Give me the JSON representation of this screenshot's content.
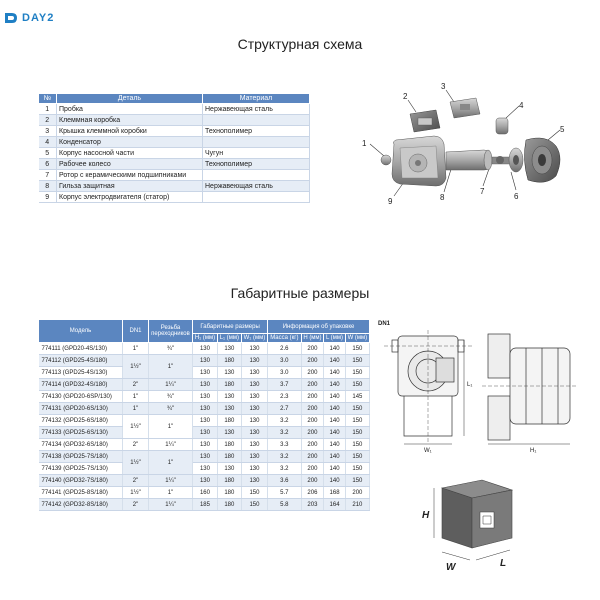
{
  "brand": {
    "name": "DAY2"
  },
  "sections": {
    "structure_title": "Структурная схема",
    "dimensions_title": "Габаритные размеры"
  },
  "parts_table": {
    "headers": [
      "№",
      "Деталь",
      "Материал"
    ],
    "rows": [
      [
        "1",
        "Пробка",
        "Нержавеющая сталь"
      ],
      [
        "2",
        "Клеммная коробка",
        ""
      ],
      [
        "3",
        "Крышка клеммной коробки",
        "Технополимер"
      ],
      [
        "4",
        "Конденсатор",
        ""
      ],
      [
        "5",
        "Корпус насосной части",
        "Чугун"
      ],
      [
        "6",
        "Рабочее колесо",
        "Технополимер"
      ],
      [
        "7",
        "Ротор с керамическими подшипниками",
        ""
      ],
      [
        "8",
        "Гильза защитная",
        "Нержавеющая сталь"
      ],
      [
        "9",
        "Корпус электродвигателя (статор)",
        ""
      ]
    ]
  },
  "exploded_labels": [
    "1",
    "2",
    "3",
    "4",
    "5",
    "6",
    "7",
    "8",
    "9"
  ],
  "dims_table": {
    "headers": {
      "model": "Модель",
      "dn1": "DN1",
      "thread": "Резьба переходников",
      "overall": "Габаритные размеры",
      "package": "Информация об упаковке",
      "sub": [
        "H₁ (мм)",
        "L₁ (мм)",
        "W₁ (мм)",
        "Масса (кг)",
        "H (мм)",
        "L (мм)",
        "W (мм)"
      ]
    },
    "rows": [
      {
        "model": "774111 (GPD20-4S/130)",
        "dn1": "1\"",
        "thread": "¾\"",
        "v": [
          "130",
          "130",
          "130",
          "2.6",
          "200",
          "140",
          "150"
        ]
      },
      {
        "model": "774112 (GPD25-4S/180)",
        "dn1": "1½\"",
        "thread": "1\"",
        "v": [
          "130",
          "180",
          "130",
          "3.0",
          "200",
          "140",
          "150"
        ]
      },
      {
        "model": "774113 (GPD25-4S/130)",
        "dn1": "",
        "thread": "",
        "v": [
          "130",
          "130",
          "130",
          "3.0",
          "200",
          "140",
          "150"
        ]
      },
      {
        "model": "774114 (GPD32-4S/180)",
        "dn1": "2\"",
        "thread": "1¼\"",
        "v": [
          "130",
          "180",
          "130",
          "3.7",
          "200",
          "140",
          "150"
        ]
      },
      {
        "model": "774130 (GPD20-6SP/130)",
        "dn1": "1\"",
        "thread": "¾\"",
        "v": [
          "130",
          "130",
          "130",
          "2.3",
          "200",
          "140",
          "145"
        ]
      },
      {
        "model": "774131 (GPD20-6S/130)",
        "dn1": "1\"",
        "thread": "¾\"",
        "v": [
          "130",
          "130",
          "130",
          "2.7",
          "200",
          "140",
          "150"
        ]
      },
      {
        "model": "774132 (GPD25-6S/180)",
        "dn1": "1½\"",
        "thread": "1\"",
        "v": [
          "130",
          "180",
          "130",
          "3.2",
          "200",
          "140",
          "150"
        ]
      },
      {
        "model": "774133 (GPD25-6S/130)",
        "dn1": "",
        "thread": "",
        "v": [
          "130",
          "130",
          "130",
          "3.2",
          "200",
          "140",
          "150"
        ]
      },
      {
        "model": "774134 (GPD32-6S/180)",
        "dn1": "2\"",
        "thread": "1¼\"",
        "v": [
          "130",
          "180",
          "130",
          "3.3",
          "200",
          "140",
          "150"
        ]
      },
      {
        "model": "774138 (GPD25-7S/180)",
        "dn1": "1½\"",
        "thread": "1\"",
        "v": [
          "130",
          "180",
          "130",
          "3.2",
          "200",
          "140",
          "150"
        ]
      },
      {
        "model": "774139 (GPD25-7S/130)",
        "dn1": "",
        "thread": "",
        "v": [
          "130",
          "130",
          "130",
          "3.2",
          "200",
          "140",
          "150"
        ]
      },
      {
        "model": "774140 (GPD32-7S/180)",
        "dn1": "2\"",
        "thread": "1¼\"",
        "v": [
          "130",
          "180",
          "130",
          "3.6",
          "200",
          "140",
          "150"
        ]
      },
      {
        "model": "774141 (GPD25-8S/180)",
        "dn1": "1½\"",
        "thread": "1\"",
        "v": [
          "160",
          "180",
          "150",
          "5.7",
          "206",
          "168",
          "200"
        ]
      },
      {
        "model": "774142 (GPD32-8S/180)",
        "dn1": "2\"",
        "thread": "1¼\"",
        "v": [
          "185",
          "180",
          "150",
          "5.8",
          "203",
          "164",
          "210"
        ]
      }
    ]
  },
  "drawing_labels": {
    "dn1": "DN1",
    "l1": "L₁",
    "w1": "W₁",
    "h1": "H₁",
    "box_h": "H",
    "box_w": "W",
    "box_l": "L"
  },
  "colors": {
    "header_blue": "#5b86c0",
    "row_alt": "#e6edf6",
    "brand": "#1f7fc4"
  }
}
